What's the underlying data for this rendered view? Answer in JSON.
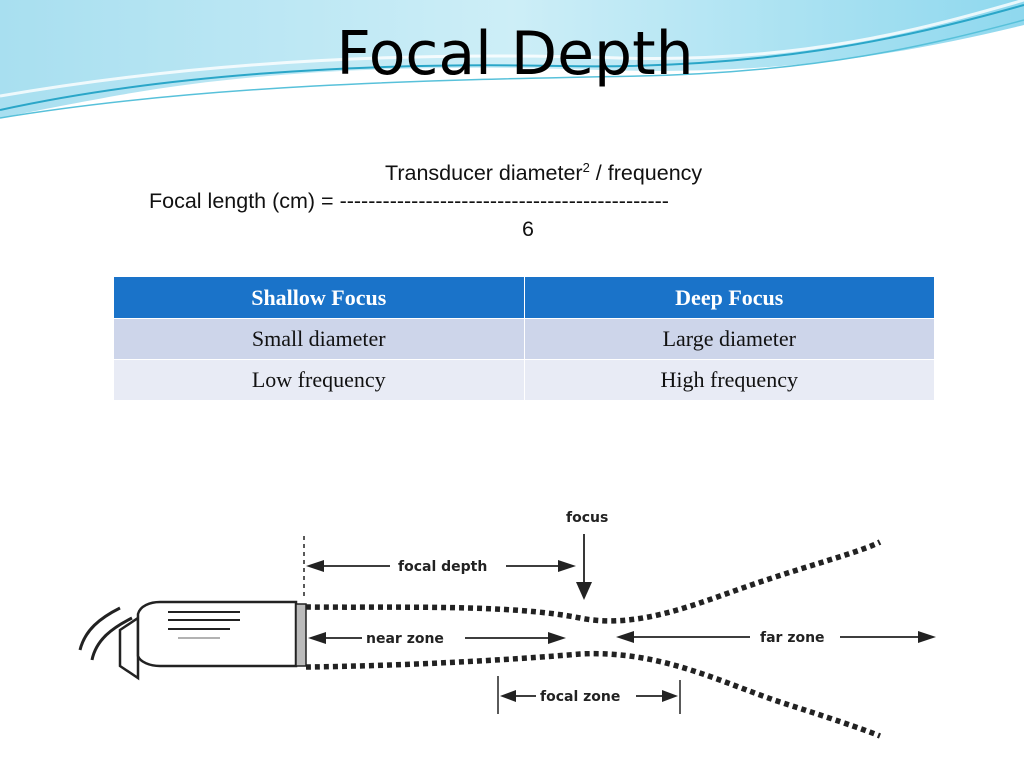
{
  "slide": {
    "title": "Focal Depth"
  },
  "formula": {
    "numerator_text": "Transducer diameter",
    "numerator_sup": "2",
    "numerator_tail": " / frequency",
    "lhs": "Focal length (cm) = ----------------------------------------------",
    "denominator": "6"
  },
  "table": {
    "headers": [
      "Shallow Focus",
      "Deep Focus"
    ],
    "rows": [
      [
        "Small diameter",
        "Large diameter"
      ],
      [
        "Low frequency",
        "High frequency"
      ]
    ]
  },
  "diagram": {
    "labels": {
      "focus": "focus",
      "focal_depth": "focal depth",
      "near_zone": "near zone",
      "far_zone": "far zone",
      "focal_zone": "focal zone"
    }
  }
}
